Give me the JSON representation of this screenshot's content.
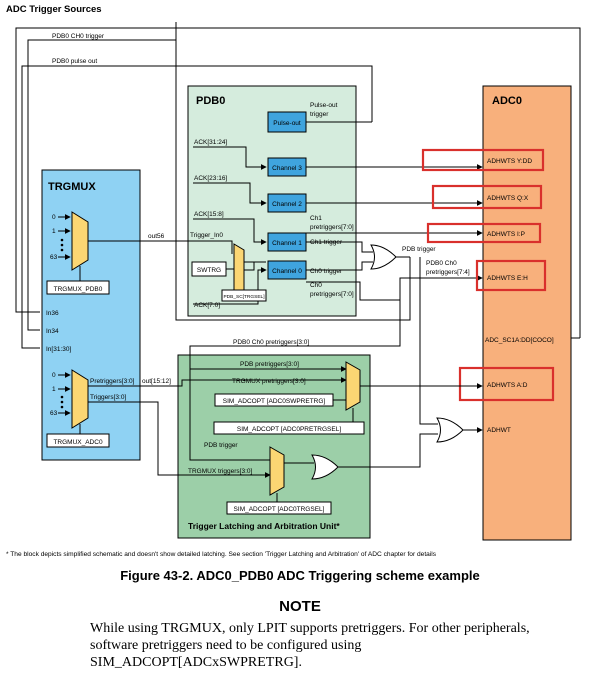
{
  "diagram": {
    "title": "ADC Trigger Sources",
    "top_signals": {
      "pdb0_ch0_trigger": "PDB0 CH0 trigger",
      "pdb0_pulse_out": "PDB0 pulse out"
    },
    "trgmux": {
      "title": "TRGMUX",
      "mux_top_inputs": [
        "0",
        "1",
        "63"
      ],
      "mux_top_label": "TRGMUX_PDB0",
      "mux_top_output": "out56",
      "inputs": [
        "In36",
        "In34",
        "In[31:30]"
      ],
      "mux_bot_inputs": [
        "0",
        "1",
        "63"
      ],
      "mux_bot_label": "TRGMUX_ADC0",
      "pretriggers": "Pretriggers[3:0]",
      "triggers": "Triggers[3:0]",
      "out_bus": "out[15:12]"
    },
    "pdb0": {
      "title": "PDB0",
      "pulse_out": "Pulse-out",
      "pulse_out_trigger_line1": "Pulse-out",
      "pulse_out_trigger_line2": "trigger",
      "channels": [
        "Channel 3",
        "Channel 2",
        "Channel 1",
        "Channel 0"
      ],
      "acks": [
        "ACK[31:24]",
        "ACK[23:16]",
        "ACK[15:8]",
        "ACK[7:0]"
      ],
      "trigger_in0": "Trigger_In0",
      "swtrg": "SWTRG",
      "pdb_sc": "PDB_SC[TRGSEL]",
      "ch1_pretriggers_l1": "Ch1",
      "ch1_pretriggers_l2": "pretriggers[7:0]",
      "ch1_trigger": "Ch1 trigger",
      "ch0_trigger": "Ch0 trigger",
      "ch0_pretriggers_l1": "Ch0",
      "ch0_pretriggers_l2": "pretriggers[7:0]",
      "pdb_trigger": "PDB trigger",
      "pdb0_ch0_pretriggers_l1": "PDB0 Ch0",
      "pdb0_ch0_pretriggers_l2": "pretriggers[7:4]"
    },
    "adc0": {
      "title": "ADC0",
      "adhwts_yd": "ADHWTS Y:DD",
      "adhwts_qx": "ADHWTS Q:X",
      "adhwts_ip": "ADHWTS I:P",
      "adhwts_eh": "ADHWTS E:H",
      "adc_sc1a": "ADC_SC1A:DD[COCO]",
      "adhwts_ad": "ADHWTS A:D",
      "adhwt": "ADHWT"
    },
    "tla": {
      "title": "Trigger Latching and Arbitration Unit*",
      "pdb0_ch0_pretriggers": "PDB0 Ch0 pretriggers[3:0]",
      "pdb_pretriggers": "PDB pretriggers[3:0]",
      "trgmux_pretriggers": "TRGMUX pretriggers[3:0]",
      "sim_swpretrg": "SIM_ADCOPT [ADC0SWPRETRG]",
      "sim_pretrgsel": "SIM_ADCOPT [ADC0PRETRGSEL]",
      "pdb_trigger": "PDB trigger",
      "trgmux_triggers": "TRGMUX triggers[3:0]",
      "sim_trgsel": "SIM_ADCOPT [ADC0TRGSEL]"
    },
    "colors": {
      "pdb0_bg": "#d5ecdd",
      "channel_fill": "#3fa4de",
      "adc0_bg": "#f8b07c",
      "trgmux_bg": "#8fd2f3",
      "tla_bg": "#9ccfa8",
      "mux_fill": "#fbd673",
      "highlight": "#d9302c"
    }
  },
  "footnote": "* The block depicts simplified schematic and doesn't show detailed latching. See section 'Trigger Latching and Arbitration' of ADC chapter for details",
  "caption": "Figure 43-2. ADC0_PDB0 ADC Triggering scheme example",
  "note": {
    "title": "NOTE",
    "body": "While using TRGMUX, only LPIT supports pretriggers. For other peripherals, software pretriggers need to be configured using SIM_ADCOPT[ADCxSWPRETRG]."
  }
}
